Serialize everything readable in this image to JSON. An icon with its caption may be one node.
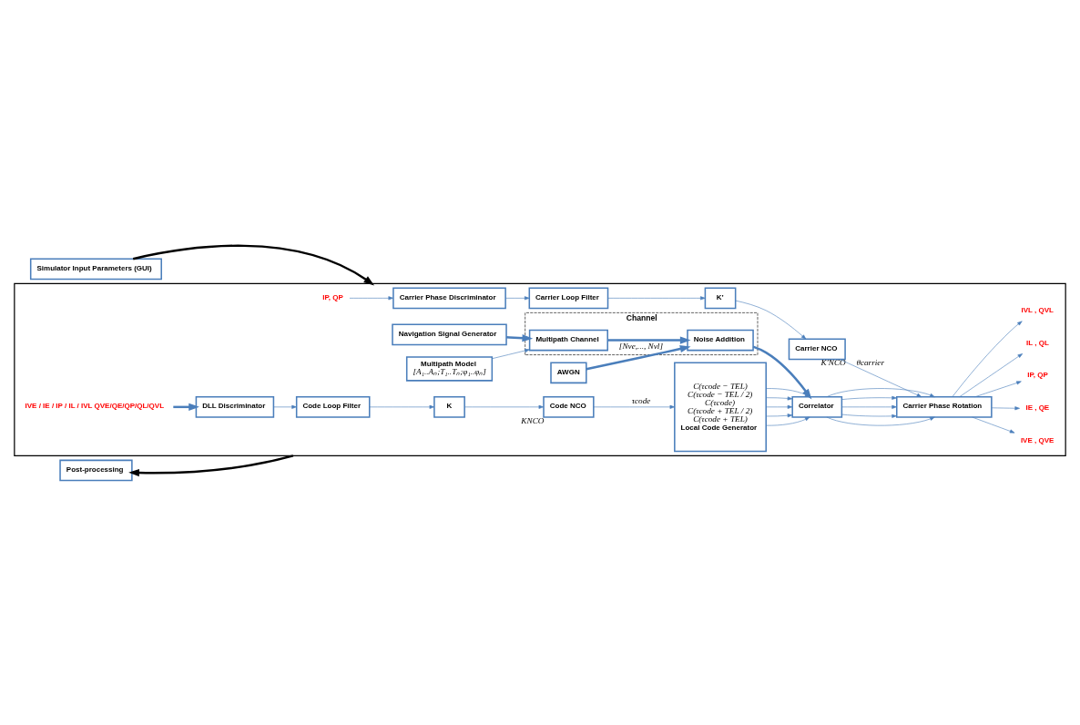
{
  "diagram": {
    "nodes": [
      {
        "text": [
          "Simulator Input Parameters (GUI)"
        ]
      },
      {
        "text": [
          "Post-processing"
        ]
      },
      {
        "text": [],
        "shape": "box"
      },
      {
        "text": [
          "Multipath Model",
          "[A₁..Aₙ;T₁..Tₙ;φ₁..φₙ]"
        ],
        "in": 2
      },
      {
        "text": [
          "AWGN"
        ],
        "in": 2
      },
      {
        "text": [
          "Channel"
        ],
        "in": 2
      },
      {
        "text": [
          "Navigation Signal Generator"
        ],
        "in": 2
      },
      {
        "text": [
          "Multipath Channel"
        ],
        "in": 5
      },
      {
        "text": [
          "Noise Addition"
        ],
        "in": 5
      },
      {
        "text": [
          "Correlator"
        ],
        "in": 2
      },
      {
        "text": [
          "Carrier NCO"
        ],
        "beside": [
          "K′NCO"
        ],
        "in": 2
      },
      {
        "text": [
          "K’"
        ],
        "in": 2
      },
      {
        "text": [
          "Carrier Loop Filter"
        ],
        "in": 2
      },
      {
        "text": [
          "Carrier Phase Discriminator"
        ],
        "in": 2
      },
      {
        "text": [
          "Carrier Phase Rotation"
        ],
        "in": 2
      },
      {
        "text": [
          "IVE , QVE"
        ],
        "in": 2
      },
      {
        "text": [
          "IE , QE"
        ],
        "in": 2
      },
      {
        "text": [
          "IP, QP"
        ],
        "in": 2
      },
      {
        "text": [
          "IL , QL"
        ],
        "in": 2
      },
      {
        "text": [
          "IVL , QVL"
        ],
        "in": 2
      },
      {
        "text": [
          "IP, QP"
        ],
        "in": 2
      },
      {
        "text": [
          "IVE / IE / IP / IL / IVL QVE/QE/QP/QL/QVL"
        ],
        "in": 2
      },
      {
        "text": [
          "DLL Discriminator"
        ],
        "in": 2
      },
      {
        "text": [
          "Code Loop Filter"
        ],
        "in": 2
      },
      {
        "text": [
          "K"
        ],
        "in": 2
      },
      {
        "text": [
          "Code NCO"
        ],
        "beside": [
          "KNCO"
        ],
        "in": 2
      },
      {
        "text": [
          "C(τcode − TEL)",
          "C(τcode − TEL / 2)",
          "C(τcode)",
          "C(τcode + TEL / 2)",
          "C(τcode + TEL)",
          "Local Code Generator"
        ],
        "in": 2
      }
    ],
    "edges": [
      {
        "from": 0,
        "to": 2,
        "arrow": "to",
        "style": "thick",
        "color": "#000000"
      },
      {
        "from": 2,
        "to": 1,
        "arrow": "to",
        "style": "thick",
        "color": "#000000"
      },
      {
        "from": 3,
        "to": 7,
        "arrow": "to"
      },
      {
        "from": 4,
        "to": 8,
        "arrow": "to",
        "style": "thick",
        "label": "[Nve,..., Nvl]"
      },
      {
        "from": 6,
        "to": 7,
        "arrow": "to",
        "style": "thick"
      },
      {
        "from": 7,
        "to": 8,
        "arrow": "to",
        "style": "thick"
      },
      {
        "from": 8,
        "to": 9,
        "arrow": "to",
        "style": "thick"
      },
      {
        "from": 9,
        "to": 14,
        "arrow": "to"
      },
      {
        "from": 9,
        "to": 14,
        "arrow": "to"
      },
      {
        "from": 9,
        "to": 14,
        "arrow": "to"
      },
      {
        "from": 9,
        "to": 14,
        "arrow": "to"
      },
      {
        "from": 9,
        "to": 14,
        "arrow": "to"
      },
      {
        "from": 12,
        "to": 11,
        "arrow": "to"
      },
      {
        "from": 11,
        "to": 10,
        "arrow": "to"
      },
      {
        "from": 10,
        "to": 14,
        "arrow": "to",
        "label": "θcarrier"
      },
      {
        "from": 13,
        "to": 12,
        "arrow": "to"
      },
      {
        "from": 20,
        "to": 13,
        "arrow": "to"
      },
      {
        "from": 14,
        "to": 15,
        "arrow": "to"
      },
      {
        "from": 14,
        "to": 16,
        "arrow": "to"
      },
      {
        "from": 14,
        "to": 17,
        "arrow": "to"
      },
      {
        "from": 14,
        "to": 18,
        "arrow": "to"
      },
      {
        "from": 14,
        "to": 19,
        "arrow": "to"
      },
      {
        "from": 21,
        "to": 22,
        "arrow": "to",
        "style": "thick"
      },
      {
        "from": 22,
        "to": 23,
        "arrow": "to"
      },
      {
        "from": 23,
        "to": 24,
        "arrow": "to"
      },
      {
        "from": 24,
        "to": 25,
        "arrow": "to"
      },
      {
        "from": 25,
        "to": 26,
        "arrow": "to",
        "label": "τcode"
      },
      {
        "from": 26,
        "to": 9,
        "arrow": "to"
      },
      {
        "from": 26,
        "to": 9,
        "arrow": "to"
      },
      {
        "from": 26,
        "to": 9,
        "arrow": "to"
      },
      {
        "from": 26,
        "to": 9,
        "arrow": "to"
      },
      {
        "from": 26,
        "to": 9,
        "arrow": "to"
      }
    ]
  }
}
